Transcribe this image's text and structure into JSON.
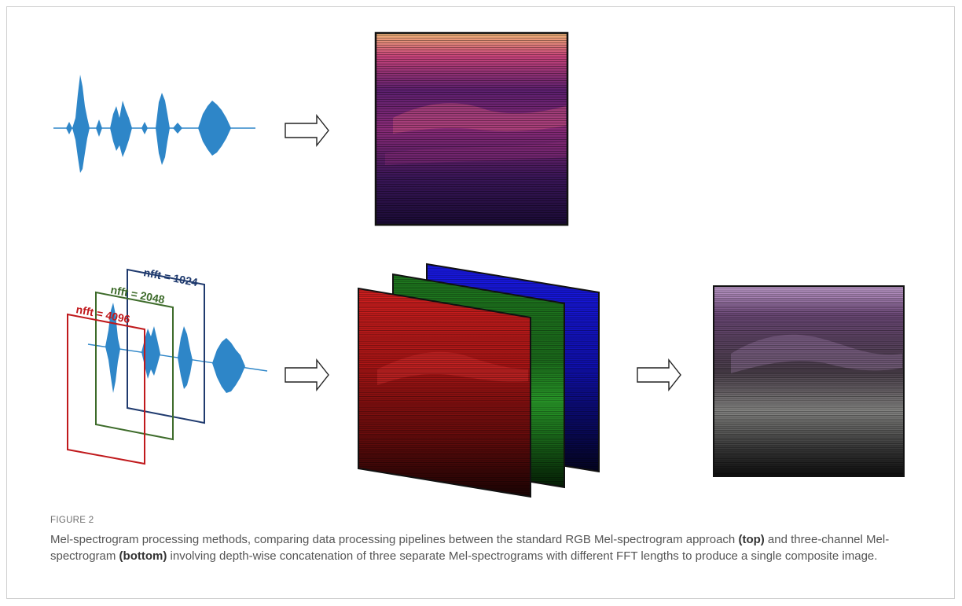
{
  "figure": {
    "label": "FIGURE 2",
    "caption": {
      "part1": "Mel-spectrogram processing methods, comparing data processing pipelines between the standard RGB Mel-spectrogram approach ",
      "bold1": "(top)",
      "part2": " and three-channel Mel-spectrogram ",
      "bold2": "(bottom)",
      "part3": " involving depth-wise concatenation of three separate Mel-spectrograms with different FFT lengths to produce a single composite image."
    }
  },
  "window_labels": {
    "w1024": "nfft = 1024",
    "w2048": "nfft = 2048",
    "w4096": "nfft = 4096"
  },
  "colors": {
    "waveform": "#2e86c8",
    "window_1024": "#1f3a6e",
    "window_2048": "#3d6b2a",
    "window_4096": "#c0191c",
    "magma_dark": "#1b0c3a",
    "magma_mid": "#a4307a",
    "magma_light": "#f6c07a"
  }
}
